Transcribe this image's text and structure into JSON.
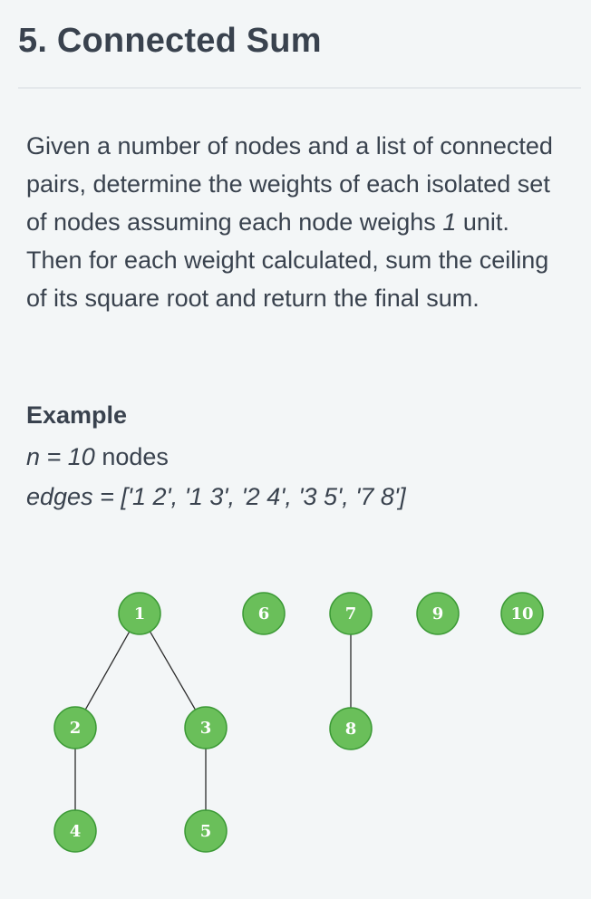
{
  "title": "5. Connected Sum",
  "description": {
    "part1": "Given a number of nodes and a list of connected pairs, determine the weights of each isolated set of nodes assuming each node weighs ",
    "weight_value": "1",
    "part2": " unit. Then for each weight calculated, sum the ceiling of its square root and return the final sum."
  },
  "example": {
    "heading": "Example",
    "n_label": "n = 10",
    "n_suffix": " nodes",
    "edges_label": "edges = ['1 2', '1 3', '2 4', '3 5', '7 8']"
  },
  "graph": {
    "nodes": [
      {
        "label": "1"
      },
      {
        "label": "6"
      },
      {
        "label": "7"
      },
      {
        "label": "9"
      },
      {
        "label": "10"
      },
      {
        "label": "2"
      },
      {
        "label": "3"
      },
      {
        "label": "8"
      },
      {
        "label": "4"
      },
      {
        "label": "5"
      }
    ],
    "edges": [
      [
        "1",
        "2"
      ],
      [
        "1",
        "3"
      ],
      [
        "2",
        "4"
      ],
      [
        "3",
        "5"
      ],
      [
        "7",
        "8"
      ]
    ],
    "node_color": "#6abf5a",
    "node_border_color": "#3c9a36",
    "label_color": "#ffffff"
  }
}
